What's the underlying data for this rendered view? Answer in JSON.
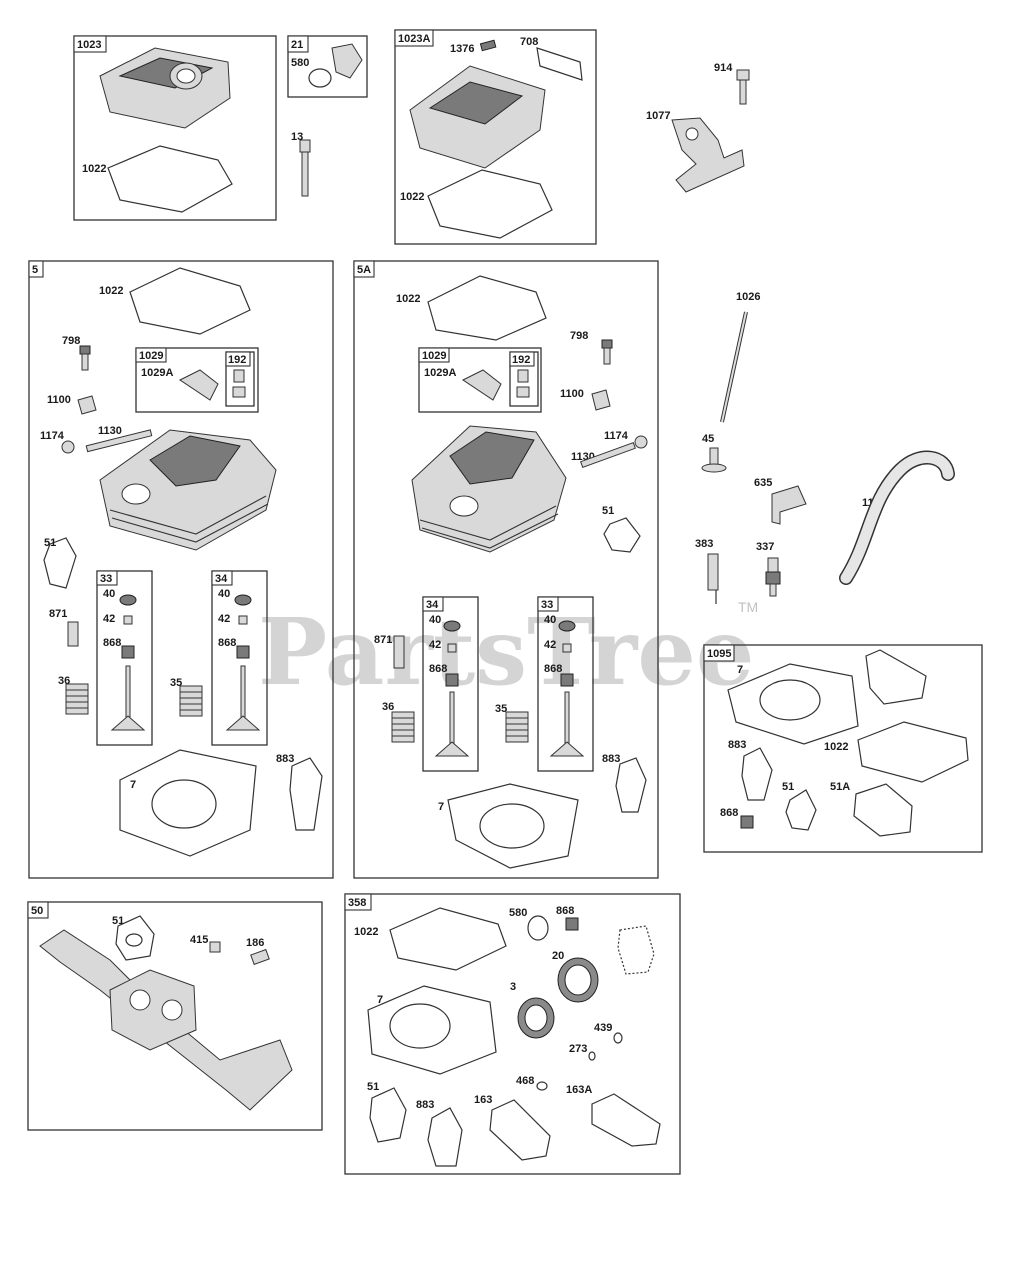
{
  "watermark": {
    "text": "PartsTree",
    "tm": "TM"
  },
  "groups": [
    {
      "id": "1023"
    },
    {
      "id": "21"
    },
    {
      "id": "1023A"
    },
    {
      "id": "5"
    },
    {
      "id": "5A"
    },
    {
      "id": "1029"
    },
    {
      "id": "192"
    },
    {
      "id": "33"
    },
    {
      "id": "34"
    },
    {
      "id": "1095"
    },
    {
      "id": "50"
    },
    {
      "id": "358"
    }
  ],
  "labels": [
    "1022",
    "580",
    "13",
    "1376",
    "708",
    "1022",
    "914",
    "1077",
    "1022",
    "798",
    "1029A",
    "1100",
    "1130",
    "1174",
    "51",
    "40",
    "42",
    "868",
    "40",
    "42",
    "868",
    "871",
    "36",
    "35",
    "7",
    "883",
    "1022",
    "798",
    "1029A",
    "1100",
    "1174",
    "1130",
    "51",
    "40",
    "42",
    "868",
    "40",
    "42",
    "868",
    "871",
    "36",
    "35",
    "7",
    "883",
    "1026",
    "45",
    "635",
    "11",
    "383",
    "337",
    "7",
    "883",
    "1022",
    "51",
    "51A",
    "868",
    "51",
    "415",
    "186",
    "1022",
    "580",
    "868",
    "20",
    "7",
    "3",
    "439",
    "273",
    "51",
    "883",
    "163",
    "468",
    "163A"
  ]
}
